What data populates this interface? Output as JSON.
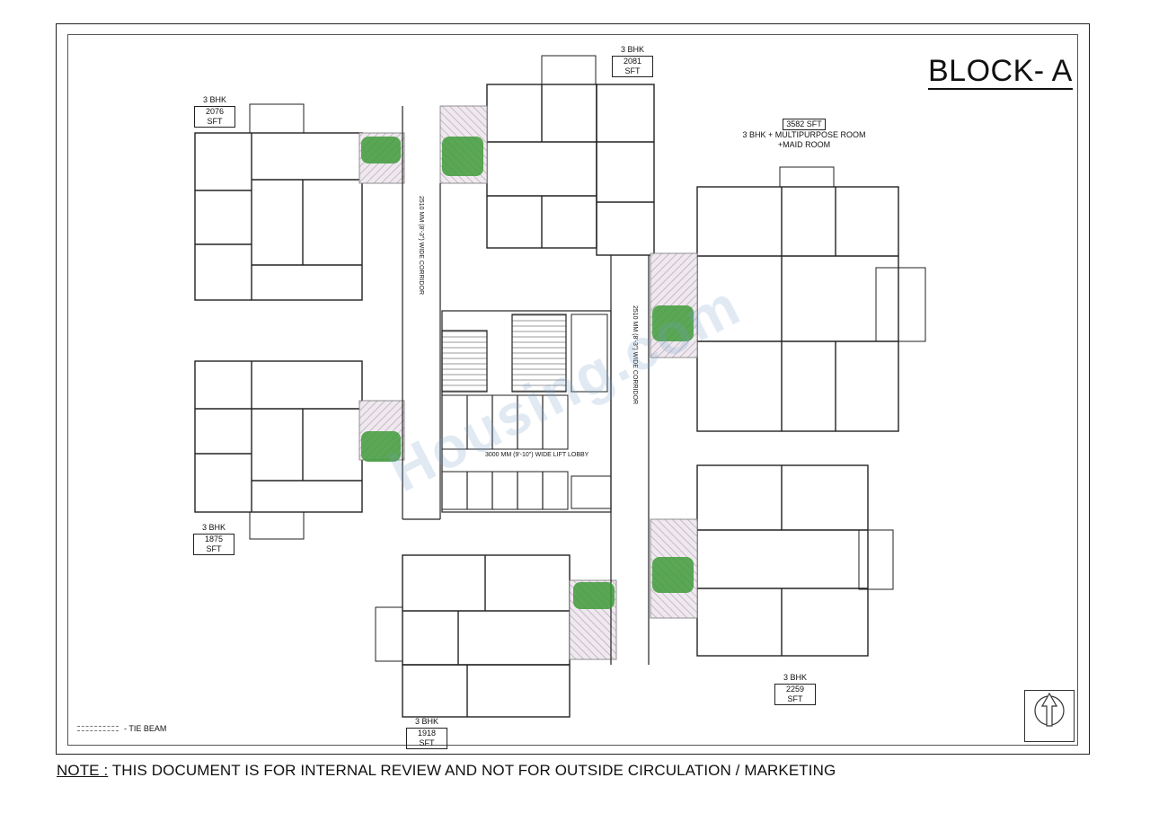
{
  "drawing": {
    "title": "BLOCK- A",
    "note_prefix": "NOTE :",
    "note_text": " THIS DOCUMENT IS FOR INTERNAL REVIEW AND NOT FOR OUTSIDE CIRCULATION / MARKETING",
    "legend_label": "- TIE BEAM",
    "watermark": "Housing.com"
  },
  "units": [
    {
      "type": "3 BHK",
      "area": "2076 SFT"
    },
    {
      "type": "3 BHK",
      "area": "2081 SFT"
    },
    {
      "type": "3 BHK",
      "area": "1875 SFT"
    },
    {
      "type": "3 BHK",
      "area": "1918 SFT"
    },
    {
      "type": "3 BHK",
      "area": "2259 SFT"
    }
  ],
  "large_unit": {
    "area": "3582 SFT",
    "line1": "3 BHK + MULTIPURPOSE ROOM",
    "line2": "+MAID ROOM"
  },
  "corridors": {
    "left": "2510 MM (8'-3\") WIDE CORRIDOR",
    "right": "2510 MM (8'-3\") WIDE CORRIDOR",
    "lobby": "3000 MM (9'-10\") WIDE LIFT LOBBY"
  },
  "colors": {
    "line": "#222222",
    "greenery": "#3f9b3a",
    "hatch": "#b8a9b8"
  }
}
